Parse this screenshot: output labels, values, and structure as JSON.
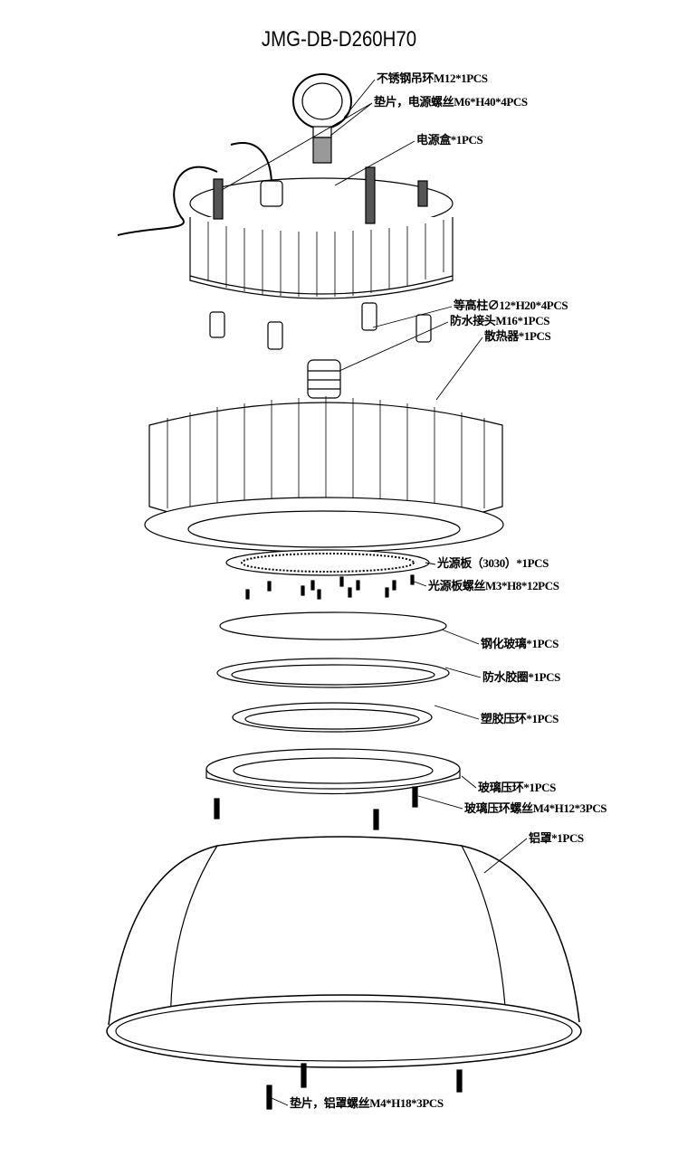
{
  "title": "JMG-DB-D260H70",
  "labels": {
    "eye_bolt": "不锈钢吊环M12*1PCS",
    "psu_screws": "垫片，电源螺丝M6*H40*4PCS",
    "psu_box": "电源盒*1PCS",
    "standoffs": "等高柱∅12*H20*4PCS",
    "cable_gland": "防水接头M16*1PCS",
    "heatsink": "散热器*1PCS",
    "led_board": "光源板（3030）*1PCS",
    "led_board_screws": "光源板螺丝M3*H8*12PCS",
    "tempered_glass": "钢化玻璃*1PCS",
    "waterproof_gasket": "防水胶圈*1PCS",
    "plastic_ring": "塑胶压环*1PCS",
    "glass_ring": "玻璃压环*1PCS",
    "glass_ring_screws": "玻璃压环螺丝M4*H12*3PCS",
    "reflector": "铝罩*1PCS",
    "reflector_screws": "垫片，铝罩螺丝M4*H18*3PCS"
  }
}
